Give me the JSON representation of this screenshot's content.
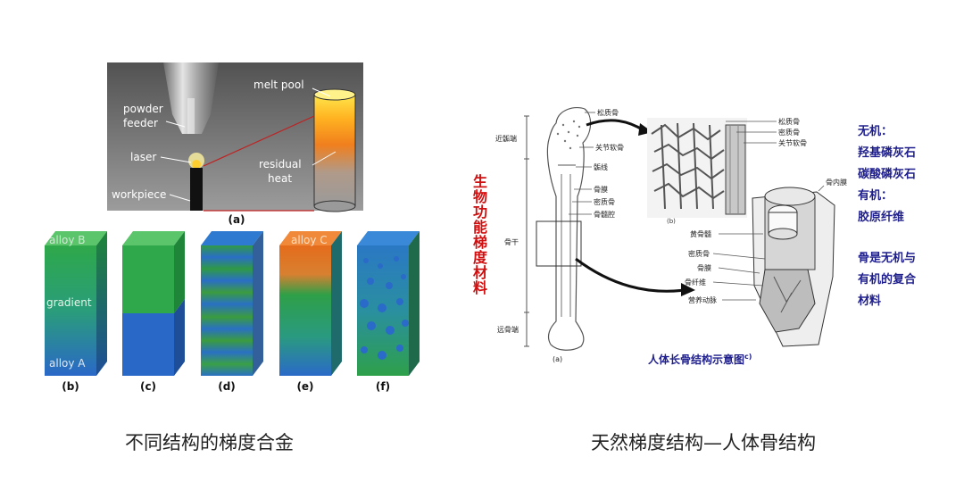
{
  "left_panel": {
    "fig_a": {
      "labels": {
        "powder_feeder_1": "powder",
        "powder_feeder_2": "feeder",
        "laser": "laser",
        "workpiece": "workpiece",
        "melt_pool": "melt pool",
        "residual_heat_1": "residual",
        "residual_heat_2": "heat"
      },
      "tag": "(a)"
    },
    "blocks": {
      "b": {
        "tag": "(b)",
        "top": "alloy B",
        "middle": "gradient",
        "bottom": "alloy A"
      },
      "c": {
        "tag": "(c)"
      },
      "d": {
        "tag": "(d)"
      },
      "e": {
        "tag": "(e)",
        "top": "alloy C"
      },
      "f": {
        "tag": "(f)"
      }
    },
    "caption": "不同结构的梯度合金"
  },
  "right_panel": {
    "vertical_title": "生物功能梯度材料",
    "bone_labels": {
      "spongy": "松质骨",
      "proximal": "近骺端",
      "joint_cartilage": "关节软骨",
      "epiphyseal_line": "骺线",
      "periosteum": "骨膜",
      "compact": "密质骨",
      "marrow_cavity": "骨髓腔",
      "shaft": "骨干",
      "distal": "远骨端",
      "tag_a": "(a)"
    },
    "detail_b_labels": {
      "spongy": "松质骨",
      "compact": "密质骨",
      "joint_cartilage": "关节软骨",
      "tag_b": "(b)"
    },
    "detail_c_labels": {
      "endosteum": "骨内膜",
      "yellow_marrow": "黄骨髓",
      "compact": "密质骨",
      "periosteum": "骨膜",
      "fiber": "骨纤维",
      "artery": "营养动脉"
    },
    "diagram_title": "人体长骨结构示意图",
    "diagram_title_sup": "c)",
    "notes": [
      "无机：",
      "羟基磷灰石",
      "碳酸磷灰石",
      "有机：",
      "胶原纤维",
      "",
      "骨是无机与",
      "有机的复合",
      "材料"
    ],
    "caption": "天然梯度结构—人体骨结构"
  }
}
